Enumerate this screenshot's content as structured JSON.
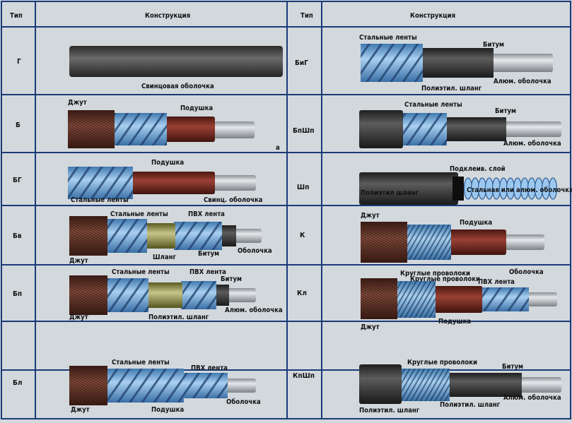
{
  "left_table": {
    "col_type": "Тип",
    "col_construction": "Конструкция",
    "rows": [
      {
        "type": "Г",
        "labels": {
          "sheath": "Свинцовая оболочка"
        }
      },
      {
        "type": "Б",
        "labels": {
          "jute": "Джут",
          "cushion": "Подушка",
          "letter": "а"
        }
      },
      {
        "type": "БГ",
        "labels": {
          "cushion": "Подушка",
          "tapes": "Стальные ленты",
          "sheath": "Свинц. оболочка"
        }
      },
      {
        "type": "Бв",
        "labels": {
          "tapes": "Стальные ленты",
          "pvc": "ПВХ лента",
          "jute": "Джут",
          "hose": "Шланг",
          "bitumen": "Битум",
          "sheath": "Оболочка"
        }
      },
      {
        "type": "Бп",
        "labels": {
          "tapes": "Стальные ленты",
          "pvc": "ПВХ лента",
          "bitumen": "Битум",
          "jute": "Джут",
          "hose": "Полиэтил. шланг",
          "sheath": "Алюм. оболочка"
        }
      },
      {
        "type": "Бл",
        "labels": {
          "tapes": "Стальные ленты",
          "pvc": "ПВХ лента",
          "jute": "Джут",
          "cushion": "Подушка",
          "sheath": "Оболочка"
        }
      }
    ]
  },
  "right_table": {
    "col_type": "Тип",
    "col_construction": "Конструкция",
    "rows": [
      {
        "type": "БиГ",
        "labels": {
          "tapes": "Стальные ленты",
          "bitumen": "Битум",
          "hose": "Полиэтил. шланг",
          "sheath": "Алюм. оболочка"
        }
      },
      {
        "type": "БпШп",
        "labels": {
          "tapes": "Стальные ленты",
          "bitumen": "Битум",
          "sheath": "Алюм. оболочка"
        }
      },
      {
        "type": "Шп",
        "labels": {
          "layer": "Подклеив. слой",
          "hose": "Полиэтил шланг",
          "sheath": "Стальная или алюм. оболочка"
        }
      },
      {
        "type": "К",
        "labels": {
          "jute": "Джут",
          "cushion": "Подушка",
          "wires": "Круглые проволоки",
          "sheath": "Оболочка"
        }
      },
      {
        "type": "Кл",
        "labels": {
          "wires": "Круглые проволоки",
          "pvc": "ПВХ лента",
          "jute": "Джут",
          "cushion": "Подушка"
        }
      },
      {
        "type": "КпШп",
        "labels": {
          "wires": "Круглые проволоки",
          "bitumen": "Битум",
          "hose": "Полиэтил. шланг",
          "hose2": "Полиэтил. шланг",
          "sheath": "Алюм. оболочка"
        }
      }
    ]
  },
  "colors": {
    "background": "#d2d8dc",
    "grid": "#1a3a78",
    "sheath": "#3a3a3a",
    "jute": "#6e3a2c",
    "steel_tape": "#6ea8d8",
    "cushion": "#7a2e25",
    "hose": "#9a9a4a",
    "aluminium": "#c4c8cc",
    "pe_hose": "#2a2a2a",
    "corrugated": "#9cc8f0"
  }
}
